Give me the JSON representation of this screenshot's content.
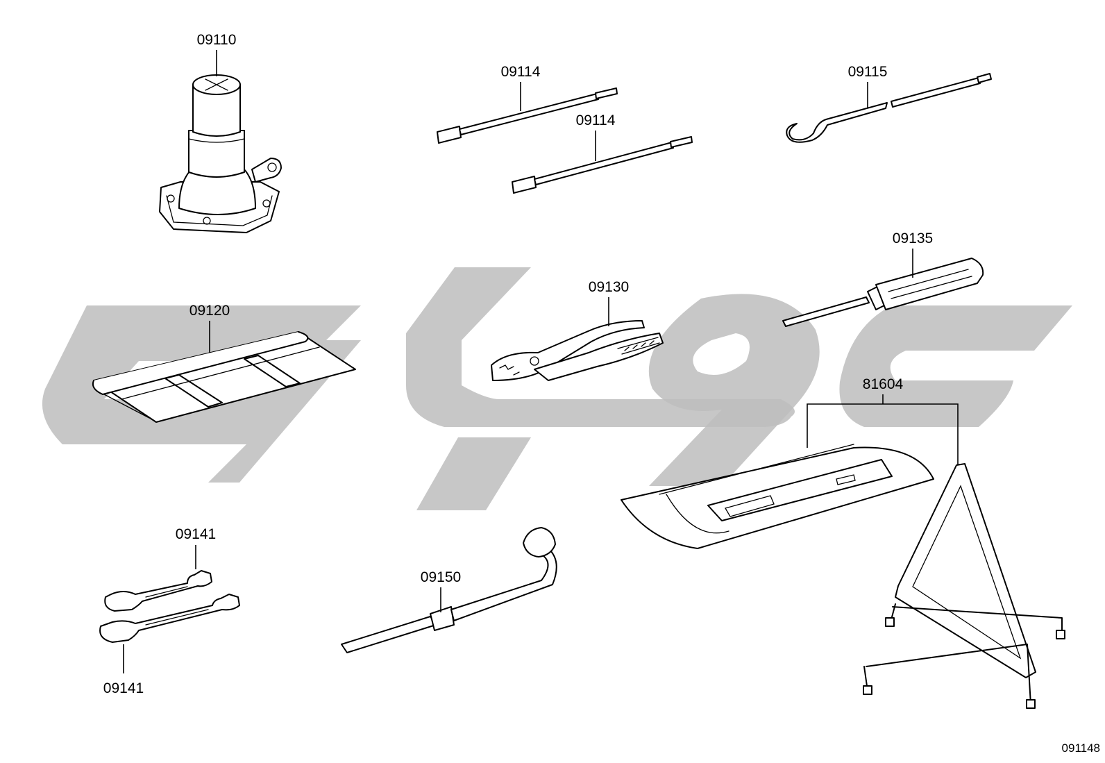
{
  "parts": {
    "jack": "09110",
    "handle_upper": "09114",
    "handle_lower": "09114",
    "hook_handle": "09115",
    "tool_bag": "09120",
    "pliers": "09130",
    "screwdriver": "09135",
    "wrench_upper": "09141",
    "wrench_lower": "09141",
    "lug_wrench": "09150",
    "warning_triangle": "81604"
  },
  "diagram_ref": "091148",
  "colors": {
    "line": "#000000",
    "watermark": "#bdbdbd",
    "background": "#ffffff"
  }
}
